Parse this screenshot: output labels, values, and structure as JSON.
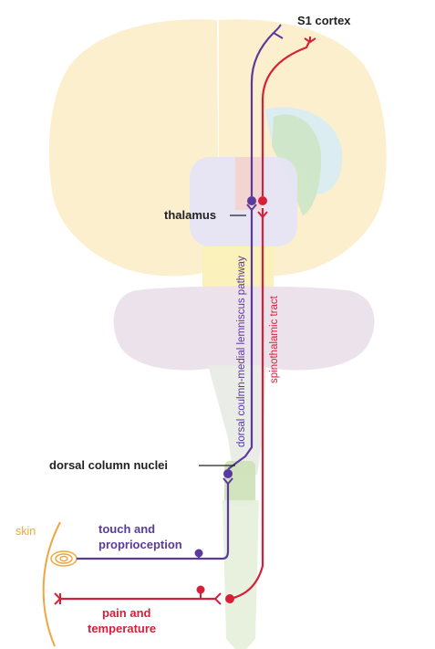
{
  "labels": {
    "s1_cortex": "S1 cortex",
    "thalamus": "thalamus",
    "dorsal_column_nuclei": "dorsal column nuclei",
    "skin": "skin",
    "touch_line1": "touch and",
    "touch_line2": "proprioception",
    "pain_line1": "pain and",
    "pain_line2": "temperature",
    "dcml_pathway": "dorsal coulmn-medial lemniscus pathway",
    "spinothalamic_tract": "spinothalamic tract"
  },
  "colors": {
    "dcml": "#5b3a9e",
    "spinothalamic": "#d6203a",
    "skin": "#f0a640",
    "text": "#222222"
  }
}
